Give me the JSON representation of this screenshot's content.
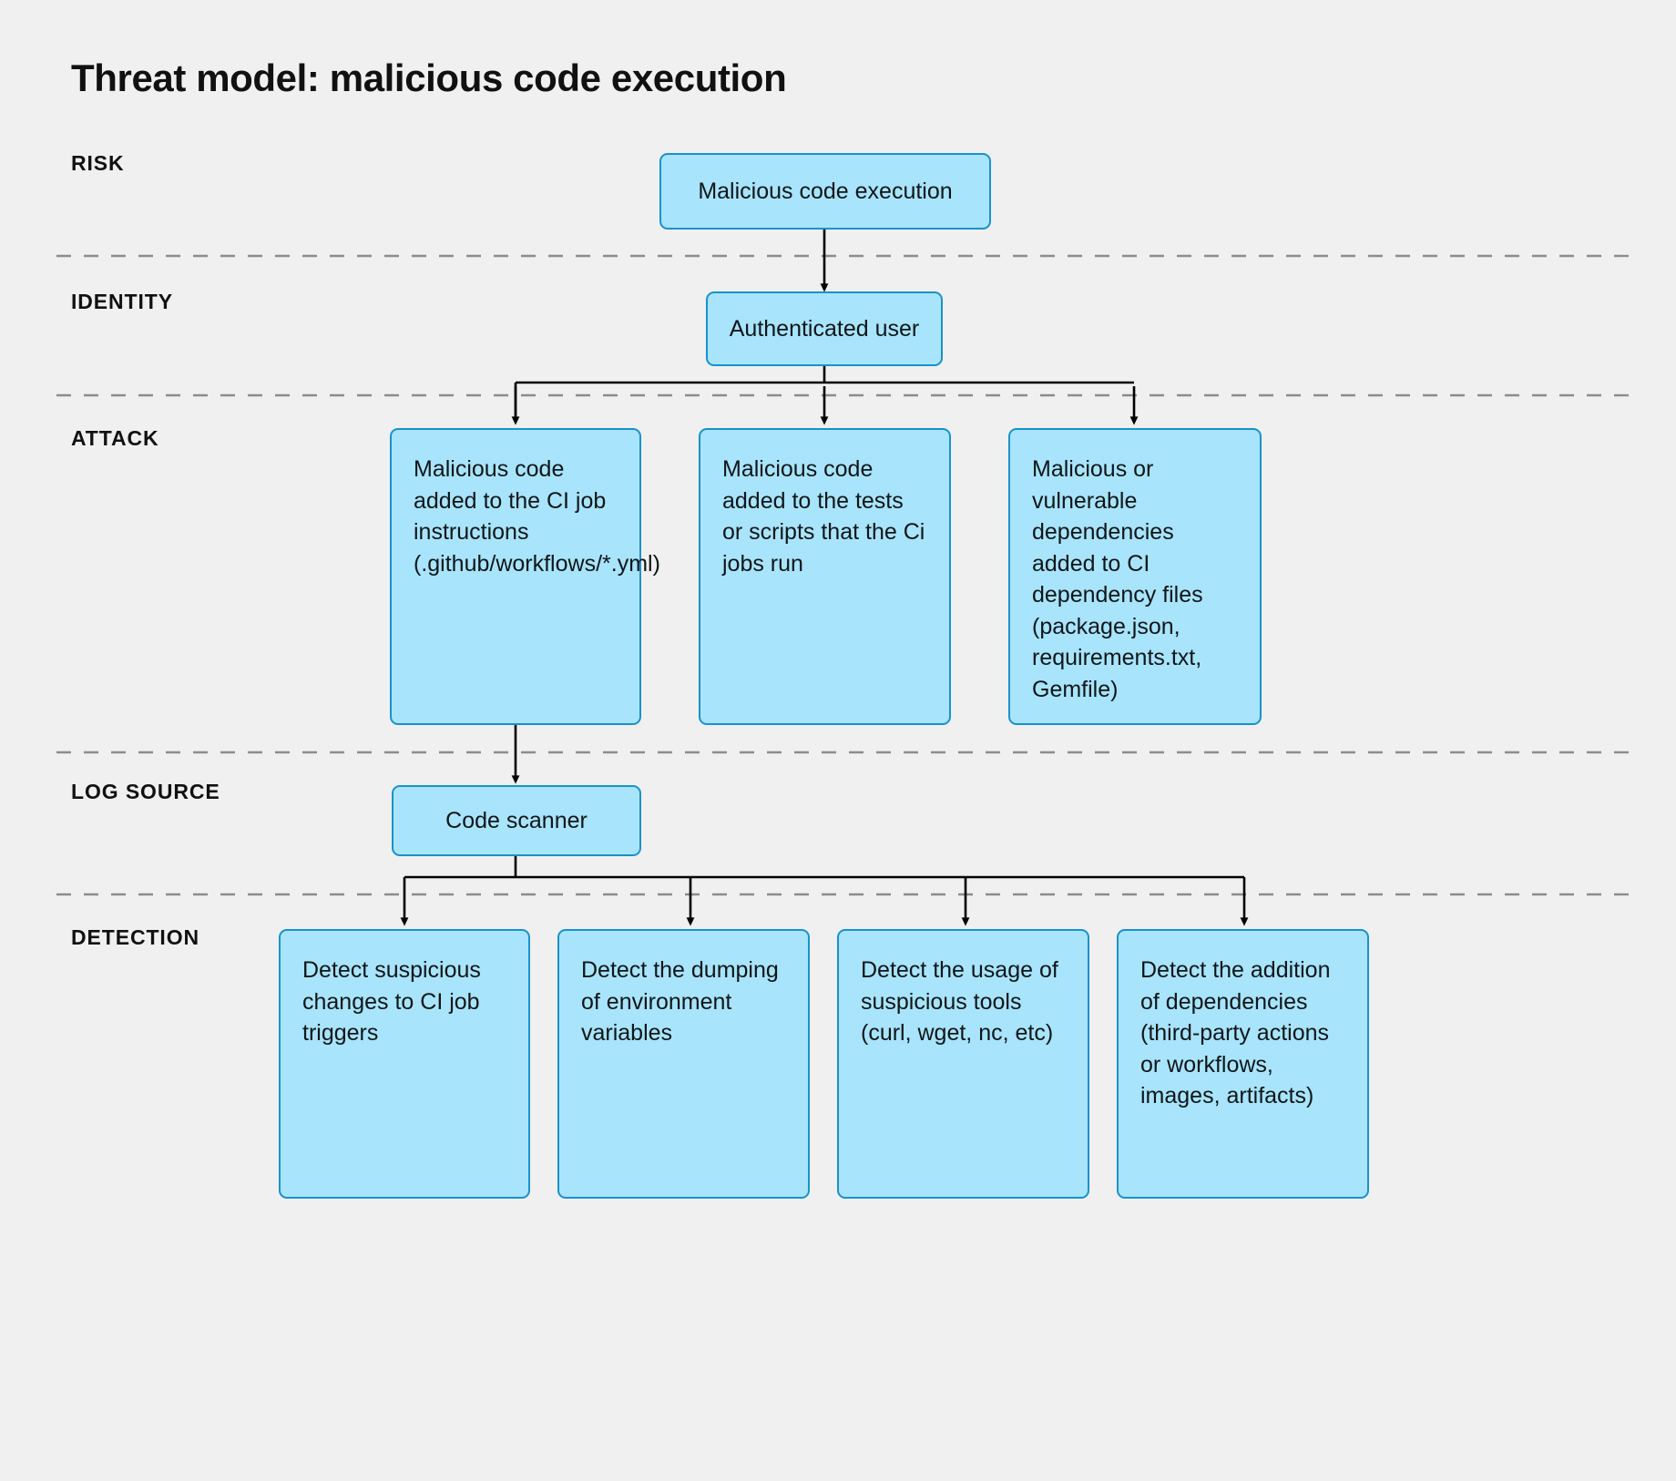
{
  "title": "Threat model: malicious code execution",
  "colors": {
    "background": "#f0f0f0",
    "node_fill": "#a8e4fb",
    "node_border": "#1a92c9",
    "connector": "#000000",
    "divider": "#8c8c8c",
    "text": "#10161a"
  },
  "lanes": [
    {
      "label": "RISK"
    },
    {
      "label": "IDENTITY"
    },
    {
      "label": "ATTACK"
    },
    {
      "label": "LOG SOURCE"
    },
    {
      "label": "DETECTION"
    }
  ],
  "nodes": {
    "risk": [
      {
        "text": "Malicious code execution"
      }
    ],
    "identity": [
      {
        "text": "Authenticated user"
      }
    ],
    "attack": [
      {
        "text": "Malicious code added to the CI job instructions (.github/workflows/*.yml)"
      },
      {
        "text": "Malicious code added to the tests or scripts that the Ci jobs run"
      },
      {
        "text": "Malicious or vulnerable dependencies added to CI dependency files (package.json, requirements.txt, Gemfile)"
      }
    ],
    "log_source": [
      {
        "text": "Code scanner"
      }
    ],
    "detection": [
      {
        "text": "Detect suspicious changes to CI job triggers"
      },
      {
        "text": "Detect the dumping of environment variables"
      },
      {
        "text": "Detect the usage of suspicious tools (curl, wget, nc, etc)"
      },
      {
        "text": "Detect the addition of dependencies (third-party actions or workflows, images, artifacts)"
      }
    ]
  },
  "connectors": [
    {
      "from": "Malicious code execution",
      "to": "Authenticated user"
    },
    {
      "from": "Authenticated user",
      "to": "Malicious code added to the CI job instructions (.github/workflows/*.yml)"
    },
    {
      "from": "Authenticated user",
      "to": "Malicious code added to the tests or scripts that the Ci jobs run"
    },
    {
      "from": "Authenticated user",
      "to": "Malicious or vulnerable dependencies added to CI dependency files (package.json, requirements.txt, Gemfile)"
    },
    {
      "from": "Malicious code added to the CI job instructions (.github/workflows/*.yml)",
      "to": "Code scanner"
    },
    {
      "from": "Code scanner",
      "to": "Detect suspicious changes to CI job triggers"
    },
    {
      "from": "Code scanner",
      "to": "Detect the dumping of environment variables"
    },
    {
      "from": "Code scanner",
      "to": "Detect the usage of suspicious tools (curl, wget, nc, etc)"
    },
    {
      "from": "Code scanner",
      "to": "Detect the addition of dependencies (third-party actions or workflows, images, artifacts)"
    }
  ]
}
